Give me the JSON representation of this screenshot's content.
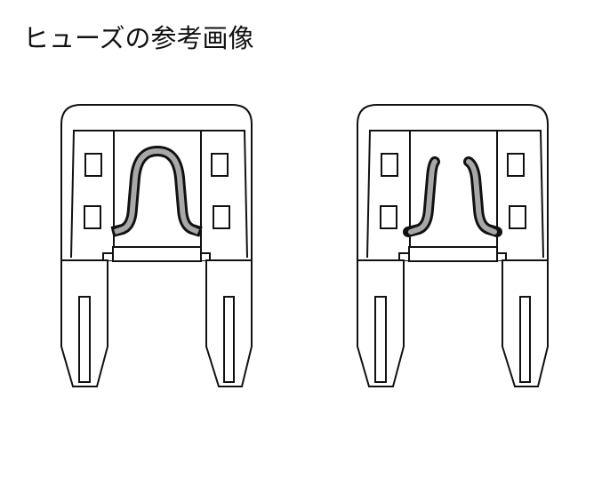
{
  "title": "ヒューズの参考画像",
  "fuses": [
    {
      "label": "normal-fuse",
      "state": "intact"
    },
    {
      "label": "blown-fuse",
      "state": "broken"
    }
  ],
  "colors": {
    "element": "#a8a8a8",
    "outline": "#111111"
  }
}
